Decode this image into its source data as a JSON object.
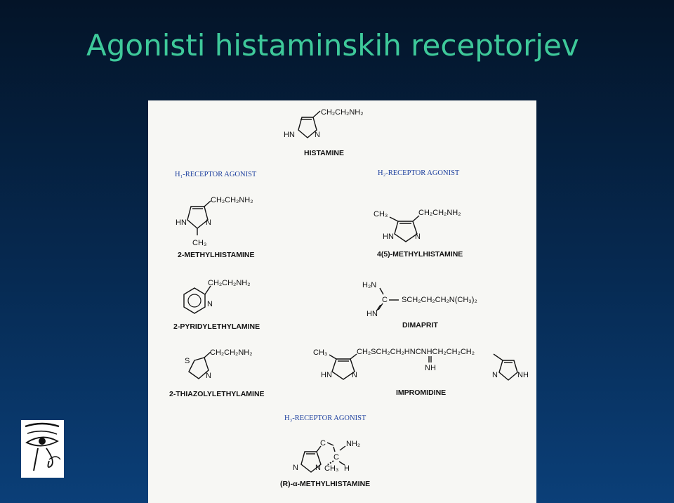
{
  "slide": {
    "title": "Agonisti histaminskih receptorjev"
  },
  "figure": {
    "headers": {
      "h1": "H₁-RECEPTOR AGONIST",
      "h2": "H₂-RECEPTOR AGONIST",
      "h3": "H₃-RECEPTOR AGONIST"
    },
    "compounds": {
      "histamine": "HISTAMINE",
      "methylhistamine_2": "2-METHYLHISTAMINE",
      "pyridylethylamine": "2-PYRIDYLETHYLAMINE",
      "thiazolylethylamine": "2-THIAZOLYLETHYLAMINE",
      "methylhistamine_45": "4(5)-METHYLHISTAMINE",
      "dimaprit": "DIMAPRIT",
      "impromidine": "IMPROMIDINE",
      "r_methylhistamine": "(R)-α-METHYLHISTAMINE"
    },
    "atoms": {
      "hn": "HN",
      "n": "N",
      "s": "S",
      "nh": "NH",
      "c": "C",
      "h": "H",
      "h2n": "H₂N",
      "ch3": "CH₃",
      "nh2": "NH₂",
      "side_chain": "CH₂CH₂NH₂",
      "dimaprit_chain": "SCH₂CH₂CH₂N(CH₃)₂",
      "impromidine_chain": "CH₂SCH₂CH₂HNCNHCH₂CH₂CH₂"
    }
  },
  "logo": {
    "icon": "eye-of-horus-icon"
  }
}
